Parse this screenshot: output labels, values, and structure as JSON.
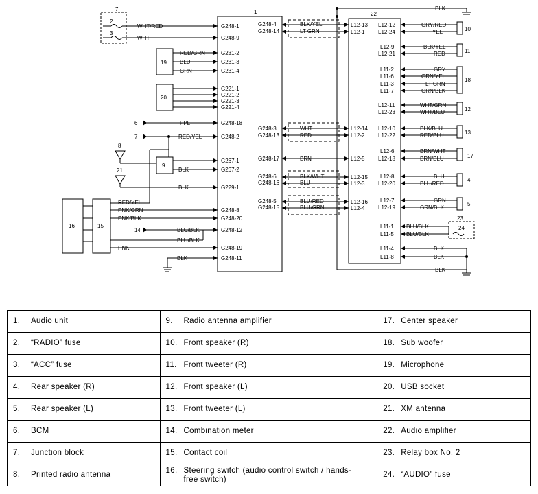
{
  "diagram": {
    "components": {
      "c1": "1",
      "c2": "2",
      "c3": "3",
      "c7": "7",
      "c22": "22",
      "c19": "19",
      "c20": "20",
      "c6": "6",
      "c7b": "7",
      "c8": "8",
      "c9": "9",
      "c21": "21",
      "c16": "16",
      "c15": "15",
      "c14": "14",
      "c10": "10",
      "c11": "11",
      "c18": "18",
      "c12": "12",
      "c13": "13",
      "c17": "17",
      "c4": "4",
      "c5": "5",
      "c23": "23",
      "c24": "24"
    },
    "wires": {
      "w1": "WHT/RED",
      "w2": "WHT",
      "w3": "RED/GRN",
      "w4": "BLU",
      "w5": "GRN",
      "w6": "PPL",
      "w7": "RED/YEL",
      "w8": "BLK",
      "w9": "BLK",
      "w10": "RED/YEL",
      "w11": "PNK/GRN",
      "w12": "PNK/BLK",
      "w13": "BLU/BLK",
      "w14": "BLU/BLK",
      "w15": "PNK",
      "w16": "BLK",
      "w17": "BLK/YEL",
      "w18": "LT GRN",
      "w19": "WHT",
      "w20": "RED",
      "w21": "BRN",
      "w22": "BLK/WHT",
      "w23": "BLU",
      "w24": "BLU/RED",
      "w25": "BLU/GRN",
      "w26": "BLK",
      "w27": "GRY/RED",
      "w28": "YEL",
      "w29": "BLK/YEL",
      "w30": "RED",
      "w31": "GRY",
      "w32": "GRN/YEL",
      "w33": "LT GRN",
      "w34": "GRN/BLK",
      "w35": "WHT/GRN",
      "w36": "WHT/BLU",
      "w37": "BLK/BLU",
      "w38": "RED/BLU",
      "w39": "BRN/WHT",
      "w40": "BRN/BLU",
      "w41": "BLU",
      "w42": "BLU/RED",
      "w43": "GRN",
      "w44": "GRN/BLK",
      "w45": "BLU/BLK",
      "w46": "BLU/BLK",
      "w47": "BLK",
      "w48": "BLK",
      "w49": "BLK"
    },
    "pins": {
      "p1": "G248-1",
      "p2": "G248-9",
      "p3": "G231-2",
      "p4": "G231-3",
      "p5": "G231-4",
      "p6": "G221-1",
      "p7": "G221-2",
      "p8": "G221-3",
      "p9": "G221-4",
      "p10": "G248-18",
      "p11": "G248-2",
      "p12": "G267-1",
      "p13": "G267-2",
      "p14": "G229-1",
      "p15": "G248-8",
      "p16": "G248-20",
      "p17": "G248-12",
      "p18": "G248-19",
      "p19": "G248-11",
      "p20": "G248-4",
      "p21": "G248-14",
      "p22": "G248-3",
      "p23": "G248-13",
      "p24": "G248-17",
      "p25": "G248-6",
      "p26": "G248-16",
      "p27": "G248-5",
      "p28": "G248-15",
      "q1": "L12-13",
      "q2": "L12-1",
      "q3": "L12-14",
      "q4": "L12-2",
      "q5": "L12-5",
      "q6": "L12-15",
      "q7": "L12-3",
      "q8": "L12-16",
      "q9": "L12-4",
      "r1": "L12-12",
      "r2": "L12-24",
      "r3": "L12-9",
      "r4": "L12-21",
      "r5": "L11-2",
      "r6": "L11-6",
      "r7": "L11-3",
      "r8": "L11-7",
      "r9": "L12-11",
      "r10": "L12-23",
      "r11": "L12-10",
      "r12": "L12-22",
      "r13": "L12-6",
      "r14": "L12-18",
      "r15": "L12-8",
      "r16": "L12-20",
      "r17": "L12-7",
      "r18": "L12-19",
      "r19": "L11-1",
      "r20": "L11-5",
      "r21": "L11-4",
      "r22": "L11-8"
    }
  },
  "legend": [
    [
      {
        "n": "1.",
        "t": "Audio unit"
      },
      {
        "n": "9.",
        "t": "Radio antenna amplifier"
      },
      {
        "n": "17.",
        "t": "Center speaker"
      }
    ],
    [
      {
        "n": "2.",
        "t": "“RADIO” fuse"
      },
      {
        "n": "10.",
        "t": "Front speaker (R)"
      },
      {
        "n": "18.",
        "t": "Sub woofer"
      }
    ],
    [
      {
        "n": "3.",
        "t": "“ACC” fuse"
      },
      {
        "n": "11.",
        "t": "Front tweeter (R)"
      },
      {
        "n": "19.",
        "t": "Microphone"
      }
    ],
    [
      {
        "n": "4.",
        "t": "Rear speaker (R)"
      },
      {
        "n": "12.",
        "t": "Front speaker (L)"
      },
      {
        "n": "20.",
        "t": "USB socket"
      }
    ],
    [
      {
        "n": "5.",
        "t": "Rear speaker (L)"
      },
      {
        "n": "13.",
        "t": "Front tweeter (L)"
      },
      {
        "n": "21.",
        "t": "XM antenna"
      }
    ],
    [
      {
        "n": "6.",
        "t": "BCM"
      },
      {
        "n": "14.",
        "t": "Combination meter"
      },
      {
        "n": "22.",
        "t": "Audio amplifier"
      }
    ],
    [
      {
        "n": "7.",
        "t": "Junction block"
      },
      {
        "n": "15.",
        "t": "Contact coil"
      },
      {
        "n": "23.",
        "t": "Relay box No. 2"
      }
    ],
    [
      {
        "n": "8.",
        "t": "Printed radio antenna"
      },
      {
        "n": "16.",
        "t": "Steering switch (audio control switch / hands-free switch)"
      },
      {
        "n": "24.",
        "t": "“AUDIO” fuse"
      }
    ]
  ]
}
